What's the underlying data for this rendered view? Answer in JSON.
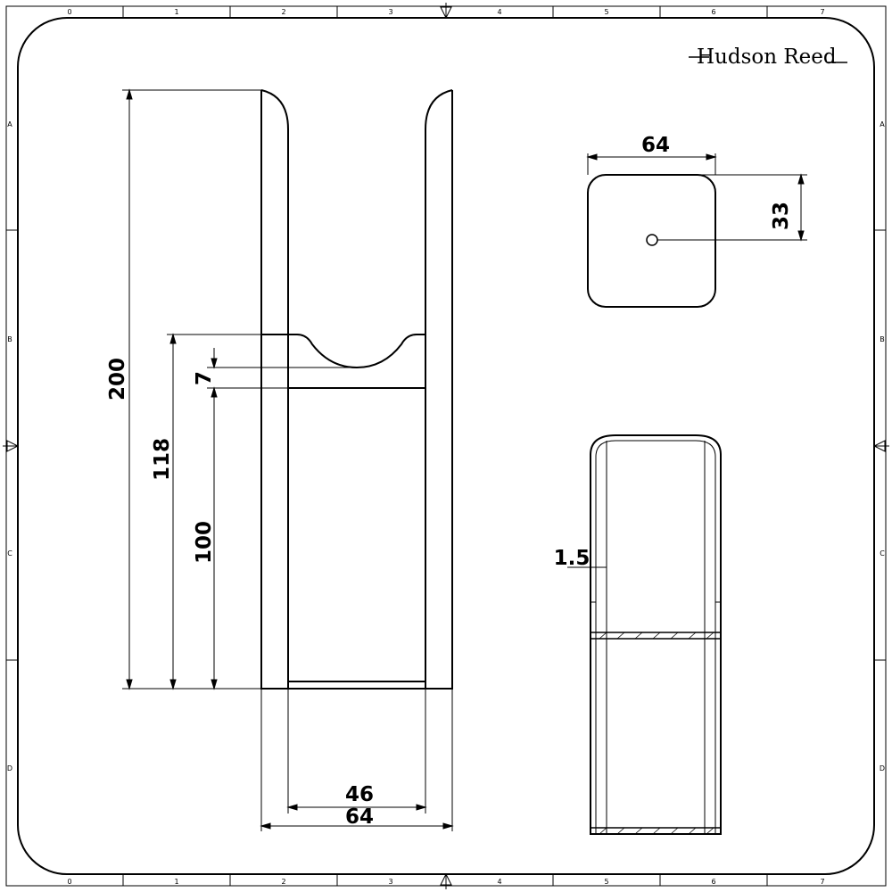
{
  "brand": "Hudson Reed",
  "grid": {
    "columns": [
      "0",
      "1",
      "2",
      "3",
      "4",
      "5",
      "6",
      "7"
    ],
    "rows": [
      "A",
      "B",
      "C",
      "D"
    ]
  },
  "front_view": {
    "height_total": "200",
    "height_upper": "118",
    "recess_depth": "7",
    "height_lower": "100",
    "width_inner": "46",
    "width_outer": "64"
  },
  "top_view": {
    "width": "64",
    "half_depth": "33"
  },
  "side_view": {
    "wall_thickness": "1.5"
  }
}
